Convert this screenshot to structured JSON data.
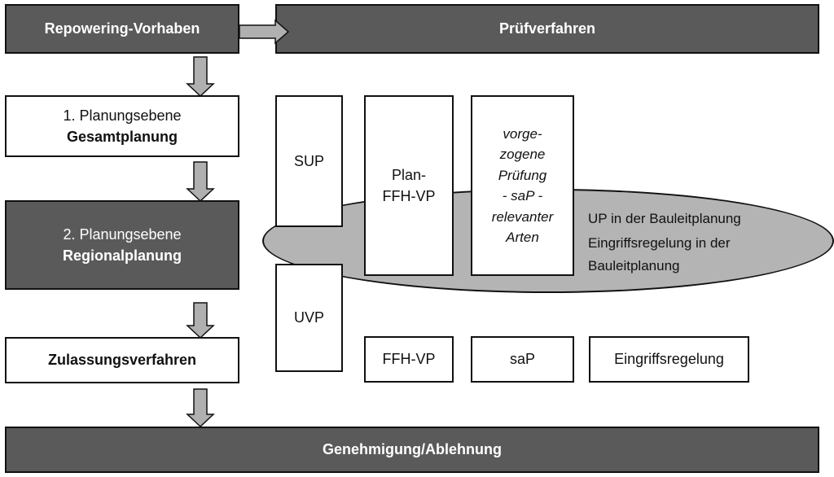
{
  "header": {
    "vorhaben": "Repowering-Vorhaben",
    "pruefverfahren": "Prüfverfahren"
  },
  "left": {
    "ebene1_line1": "1. Planungsebene",
    "ebene1_line2": "Gesamtplanung",
    "ebene2_line1": "2. Planungsebene",
    "ebene2_line2": "Regionalplanung",
    "zulassung": "Zulassungsverfahren"
  },
  "pruef": {
    "sup": "SUP",
    "plan_ffh_line1": "Plan-",
    "plan_ffh_line2": "FFH-VP",
    "vorgezogen_lines": [
      "vorge-",
      "zogene",
      "Prüfung",
      "- saP -",
      "relevanter",
      "Arten"
    ],
    "uvp": "UVP",
    "ffh_vp": "FFH-VP",
    "sap": "saP",
    "eingriffsregelung": "Eingriffsregelung"
  },
  "ellipse": {
    "line1": "UP in der Bauleitplanung",
    "line2": "Eingriffsregelung in der",
    "line3": "Bauleitplanung"
  },
  "footer": {
    "genehmigung": "Genehmigung/Ablehnung"
  }
}
